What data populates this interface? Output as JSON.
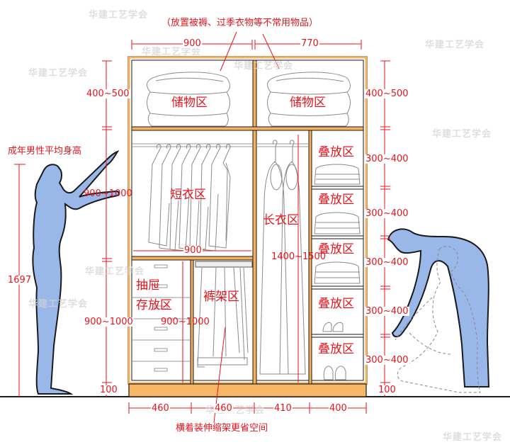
{
  "title_note": "（放置被褥、过季衣物等不常用物品）",
  "bottom_note": "横着装伸缩架更省空间",
  "person_label": "成年男性平均身高",
  "watermark": "华建工艺学会",
  "zones": {
    "storage_left": "储物区",
    "storage_right": "储物区",
    "short_clothes": "短衣区",
    "long_clothes": "长衣区",
    "drawer_line1": "抽屉",
    "drawer_line2": "存放区",
    "trousers": "裤架区",
    "folding": [
      "叠放区",
      "叠放区",
      "叠放区",
      "叠放区",
      "叠放区"
    ]
  },
  "dimensions": {
    "top_widths": [
      "900",
      "770"
    ],
    "bottom_widths": [
      "460",
      "460",
      "410",
      "400"
    ],
    "hanging_width": "900",
    "left_heights": [
      "400~500",
      "900~1000",
      "900~1000",
      "100"
    ],
    "person_height": "1697",
    "drawer_height": "900~1000",
    "long_height": "1400~1500",
    "right_heights": [
      "400~500",
      "300~400",
      "300~400",
      "300~400",
      "300~400",
      "300~400",
      "100"
    ]
  },
  "colors": {
    "annotation": "#e8141c",
    "frame_wood": "#f4b25f",
    "frame_line": "#1a1a1a",
    "figure_fill": "#9ab7ea",
    "sketch_line": "#8a8a8a"
  }
}
